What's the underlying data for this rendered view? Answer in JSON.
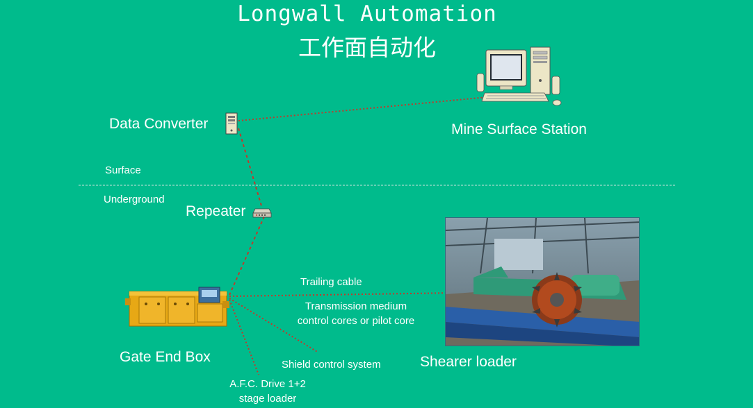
{
  "title": {
    "english": "Longwall Automation",
    "chinese": "工作面自动化"
  },
  "labels": {
    "data_converter": "Data Converter",
    "mine_surface_station": "Mine Surface Station",
    "surface": "Surface",
    "underground": "Underground",
    "repeater": "Repeater",
    "gate_end_box": "Gate End Box",
    "trailing_cable": "Trailing cable",
    "transmission_medium": "Transmission medium",
    "control_cores": "control cores or pilot core",
    "shearer_loader": "Shearer loader",
    "shield_control_system": "Shield control system",
    "afc_drive": "A.F.C. Drive 1+2",
    "stage_loader": "stage loader"
  },
  "icons": {
    "computer": "desktop-computer-icon",
    "data_converter": "server-tower-icon",
    "repeater": "network-repeater-icon",
    "gate_end_box": "gate-end-box-image",
    "shearer": "shearer-loader-photo"
  },
  "colors": {
    "background": "#00bb8c",
    "link_line": "#c0392b",
    "divider": "#c8e6dc",
    "text": "#ffffff"
  }
}
